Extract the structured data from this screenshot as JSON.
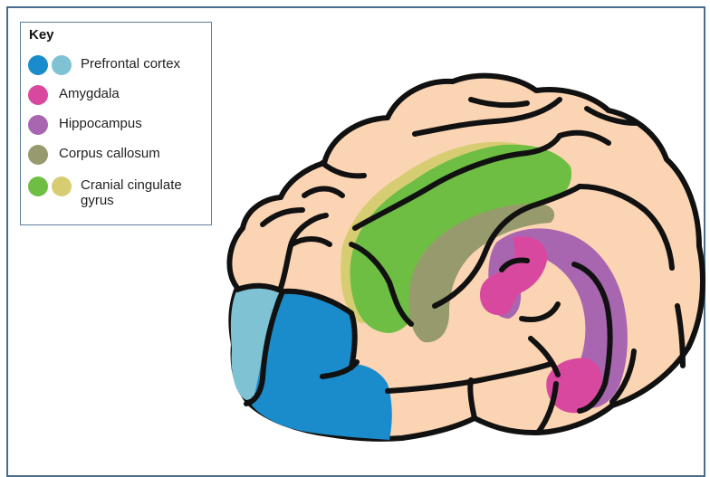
{
  "key": {
    "title": "Key",
    "items": [
      {
        "label": "Prefrontal cortex",
        "colors": [
          "#1a8ccb",
          "#7ec2d4"
        ]
      },
      {
        "label": "Amygdala",
        "colors": [
          "#d9489f"
        ]
      },
      {
        "label": "Hippocampus",
        "colors": [
          "#a866b1"
        ]
      },
      {
        "label": "Corpus callosum",
        "colors": [
          "#979a6c"
        ]
      },
      {
        "label": "Cranial cingulate",
        "label_line2": "gyrus",
        "colors": [
          "#6fbe44",
          "#d6cd72"
        ]
      }
    ]
  },
  "colors": {
    "brain_fill": "#fbd4b4",
    "outline": "#111111",
    "frame_border": "#4a6d8f"
  }
}
